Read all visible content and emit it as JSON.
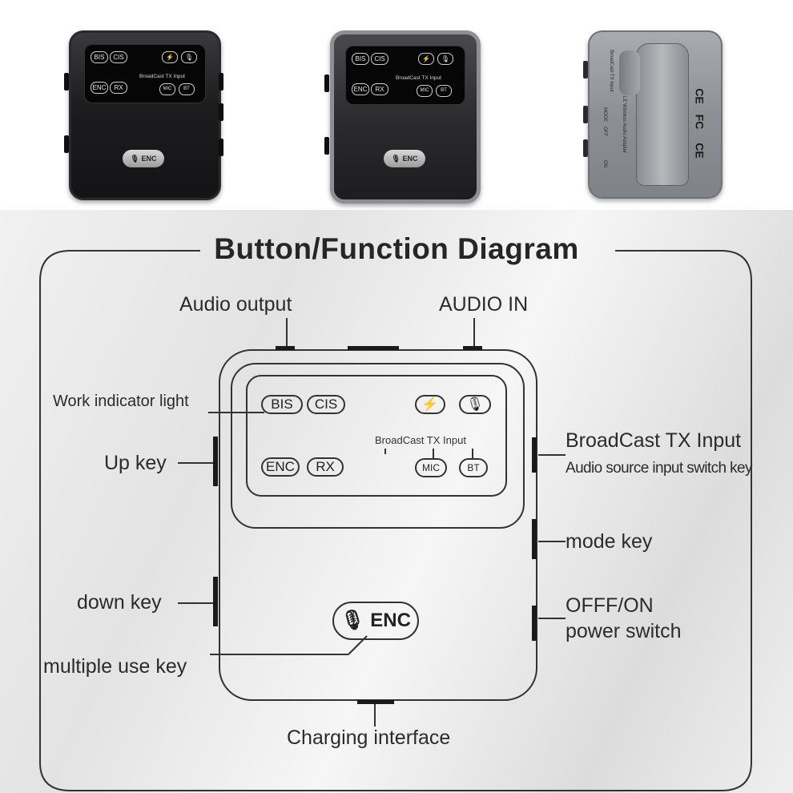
{
  "photos": {
    "front_black": {
      "pills_top": [
        "BIS",
        "CIS"
      ],
      "pills_bottom": [
        "ENC",
        "RX"
      ],
      "screen_label": "BroadCast TX Input",
      "input_pills": [
        "MIC",
        "BT"
      ],
      "enc_button": "ENC",
      "icons": [
        "lightning-icon",
        "mic-mute-icon",
        "mic-icon"
      ]
    },
    "front_grey": {
      "pills_top": [
        "BIS",
        "CIS"
      ],
      "pills_bottom": [
        "ENC",
        "RX"
      ],
      "screen_label": "BroadCast TX Input",
      "input_pills": [
        "MIC",
        "BT"
      ],
      "enc_button": "ENC"
    },
    "back": {
      "product_name": "LE Wireless Audio Adapter",
      "top_text": "BroadCast TX Input",
      "switch_labels": [
        "ON",
        "OFF",
        "MODE"
      ],
      "marks": [
        "CE",
        "FC",
        "CE"
      ]
    }
  },
  "diagram": {
    "title": "Button/Function Diagram",
    "labels": {
      "audio_output": "Audio output",
      "audio_in": "AUDIO IN",
      "work_indicator": "Work indicator light",
      "up_key": "Up key",
      "down_key": "down key",
      "multiple_use_key": "multiple use key",
      "broadcast_tx": "BroadCast TX Input",
      "audio_source": "Audio source input switch key",
      "mode_key": "mode key",
      "power_line1": "OFFF/ON",
      "power_line2": "power switch",
      "charging": "Charging interface"
    },
    "screen": {
      "pills_top": [
        "BIS",
        "CIS"
      ],
      "pills_bottom": [
        "ENC",
        "RX"
      ],
      "broadcast_label": "BroadCast TX Input",
      "input_pills": [
        "MIC",
        "BT"
      ]
    },
    "enc_button": "ENC",
    "colors": {
      "line": "#333333",
      "text": "#2b2b2b"
    }
  }
}
